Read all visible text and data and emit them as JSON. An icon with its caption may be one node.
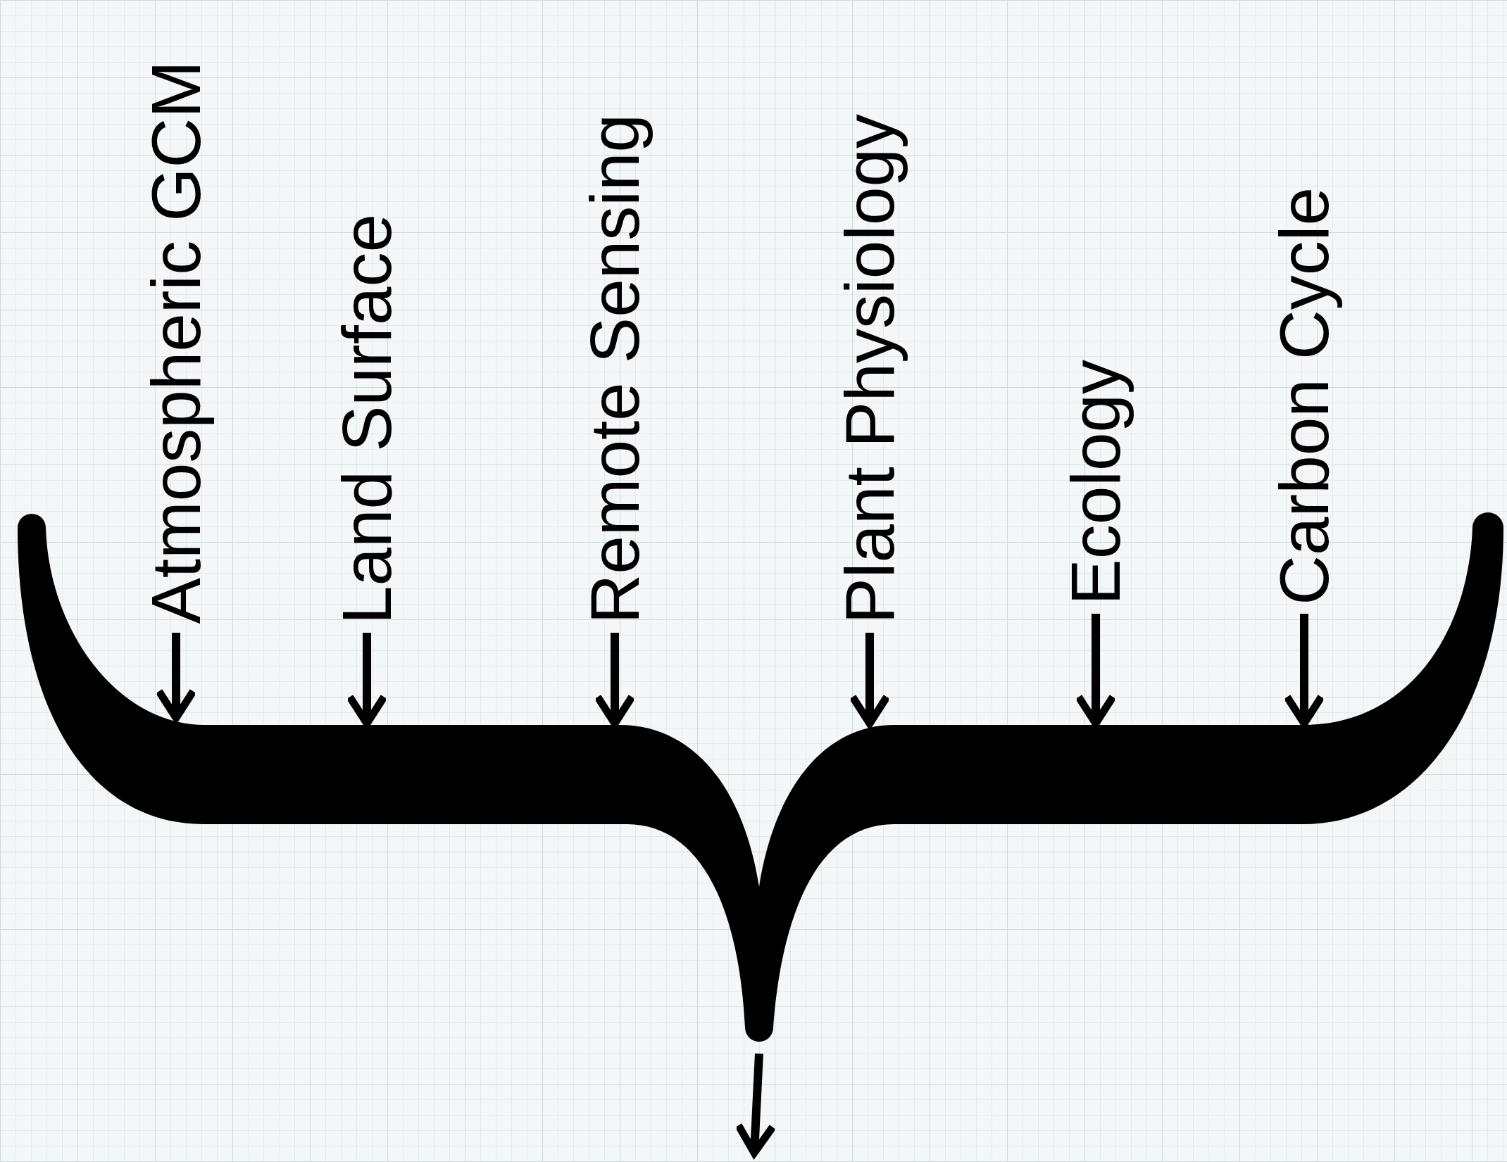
{
  "diagram": {
    "nodes": [
      {
        "text": [
          "Atmospheric GCM"
        ]
      },
      {
        "text": [
          "Land Surface"
        ]
      },
      {
        "text": [
          "Remote Sensing"
        ]
      },
      {
        "text": [
          "Plant Physiology"
        ]
      },
      {
        "text": [
          "Ecology"
        ]
      },
      {
        "text": [
          "Carbon Cycle"
        ]
      },
      {
        "text": [],
        "shape": "brace"
      }
    ],
    "edges": [
      {
        "from": 0,
        "to": 6,
        "arrow": "to"
      },
      {
        "from": 1,
        "to": 6,
        "arrow": "to"
      },
      {
        "from": 2,
        "to": 6,
        "arrow": "to"
      },
      {
        "from": 3,
        "to": 6,
        "arrow": "to"
      },
      {
        "from": 4,
        "to": 6,
        "arrow": "to"
      },
      {
        "from": 5,
        "to": 6,
        "arrow": "to"
      },
      {
        "from": 6,
        "to": null,
        "arrow": "to"
      }
    ]
  }
}
